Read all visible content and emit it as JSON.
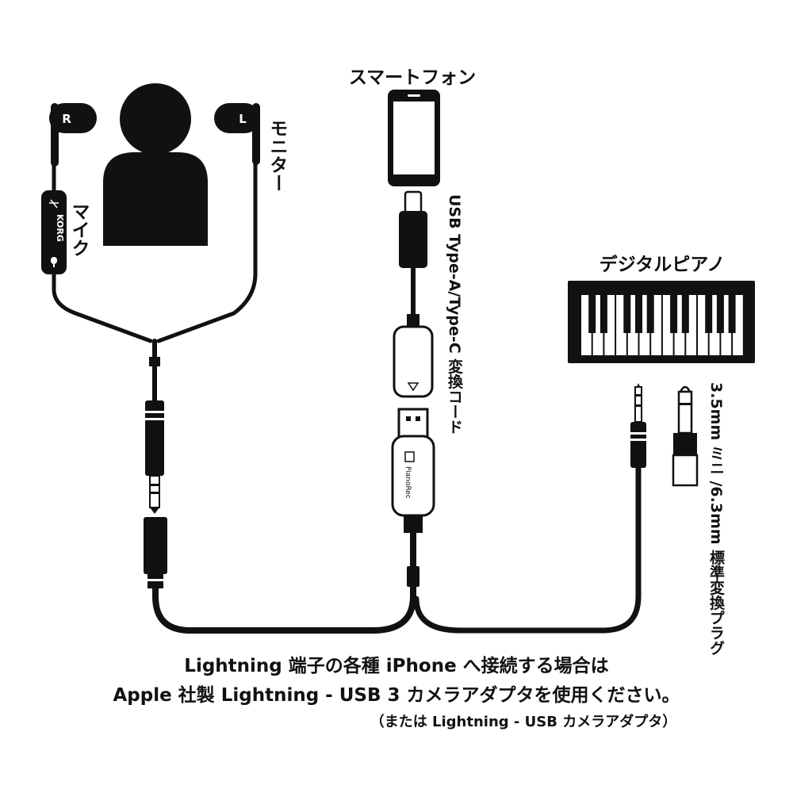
{
  "labels": {
    "smartphone": "スマートフォン",
    "piano": "デジタルピアノ",
    "monitor": "モニター",
    "mic": "マイク",
    "usb_cord": "USB Type-A/Type-C 変換コード",
    "plug": "3.5mm ミニ /6.3mm 標準変換プラグ"
  },
  "earbuds": {
    "right": "R",
    "left": "L"
  },
  "mic_brand": "KORG",
  "adapter_brand": "PianoRec",
  "notes": {
    "line1": "Lightning 端子の各種 iPhone へ接続する場合は",
    "line2": "Apple 社製 Lightning - USB 3 カメラアダプタを使用ください。",
    "line3": "（または Lightning - USB カメラアダプタ）"
  }
}
